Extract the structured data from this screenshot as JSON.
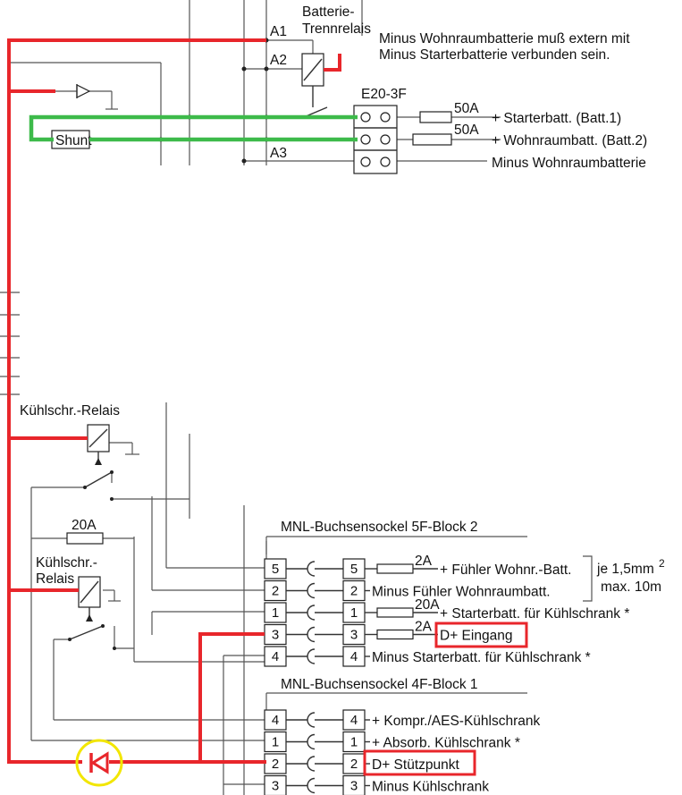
{
  "battery": {
    "relay_label_1": "Batterie-",
    "relay_label_2": "Trennrelais",
    "note_line1": "Minus Wohnraumbatterie muß extern mit",
    "note_line2": "Minus Starterbatterie verbunden sein.",
    "a1": "A1",
    "a2": "A2",
    "a3": "A3",
    "fuse_block": "E20-3F",
    "fuse1": "50A",
    "fuse2": "50A",
    "out1": "+ Starterbatt. (Batt.1)",
    "out2": "+ Wohnraumbatt. (Batt.2)",
    "out3": "Minus Wohnraumbatterie",
    "shunt": "Shunt"
  },
  "fridge": {
    "relay1": "Kühlschr.-Relais",
    "relay2_line1": "Kühlschr.-",
    "relay2_line2": "Relais",
    "fuse": "20A"
  },
  "block2": {
    "title": "MNL-Buchsensockel 5F-Block 2",
    "rows": [
      {
        "left": "5",
        "right": "5",
        "fuse": "2A",
        "label": "+ Fühler Wohnr.-Batt."
      },
      {
        "left": "2",
        "right": "2",
        "fuse": "",
        "label": "Minus Fühler Wohnraumbatt."
      },
      {
        "left": "1",
        "right": "1",
        "fuse": "20A",
        "label": "+ Starterbatt. für Kühlschrank *"
      },
      {
        "left": "3",
        "right": "3",
        "fuse": "2A",
        "label": "D+ Eingang"
      },
      {
        "left": "4",
        "right": "4",
        "fuse": "",
        "label": "Minus Starterbatt. für Kühlschrank *"
      }
    ],
    "note1": "je 1,5mm",
    "note_sup": "2",
    "note2": "max. 10m"
  },
  "block1": {
    "title": "MNL-Buchsensockel 4F-Block 1",
    "rows": [
      {
        "left": "4",
        "right": "4",
        "label": "+ Kompr./AES-Kühlschrank"
      },
      {
        "left": "1",
        "right": "1",
        "label": "+ Absorb. Kühlschrank *"
      },
      {
        "left": "2",
        "right": "2",
        "label": "D+ Stützpunkt"
      },
      {
        "left": "3",
        "right": "3",
        "label": "Minus Kühlschrank"
      }
    ]
  },
  "colors": {
    "highlight_wire": "#e8262b",
    "battery_wire": "#3dba4a",
    "diode_marker": "#f2e600"
  }
}
